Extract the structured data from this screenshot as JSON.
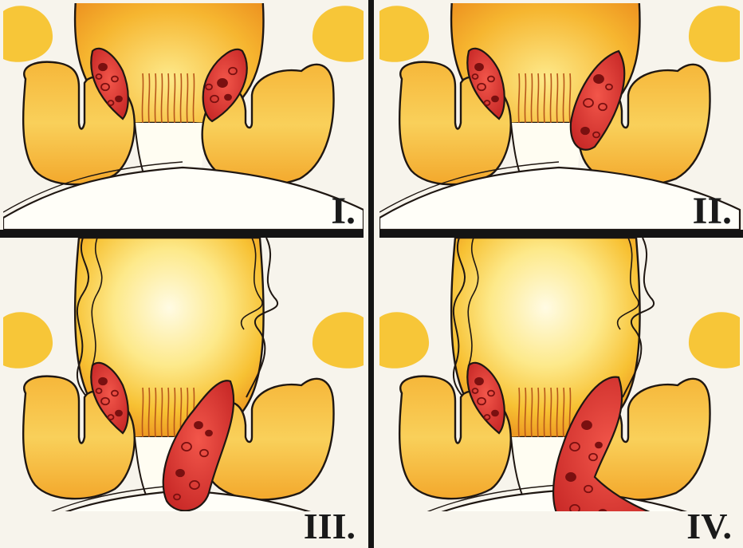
{
  "colors": {
    "background": "#f7f4ec",
    "tissue_light": "#fdf3a8",
    "tissue_mid": "#f7c638",
    "tissue_dark": "#ec8f1e",
    "vessel_red": "#e0403a",
    "vessel_dark": "#7a1010",
    "outline": "#1f1712"
  },
  "panels": [
    {
      "label": "I.",
      "grade": 1
    },
    {
      "label": "II.",
      "grade": 2
    },
    {
      "label": "III.",
      "grade": 3
    },
    {
      "label": "IV.",
      "grade": 4
    }
  ]
}
